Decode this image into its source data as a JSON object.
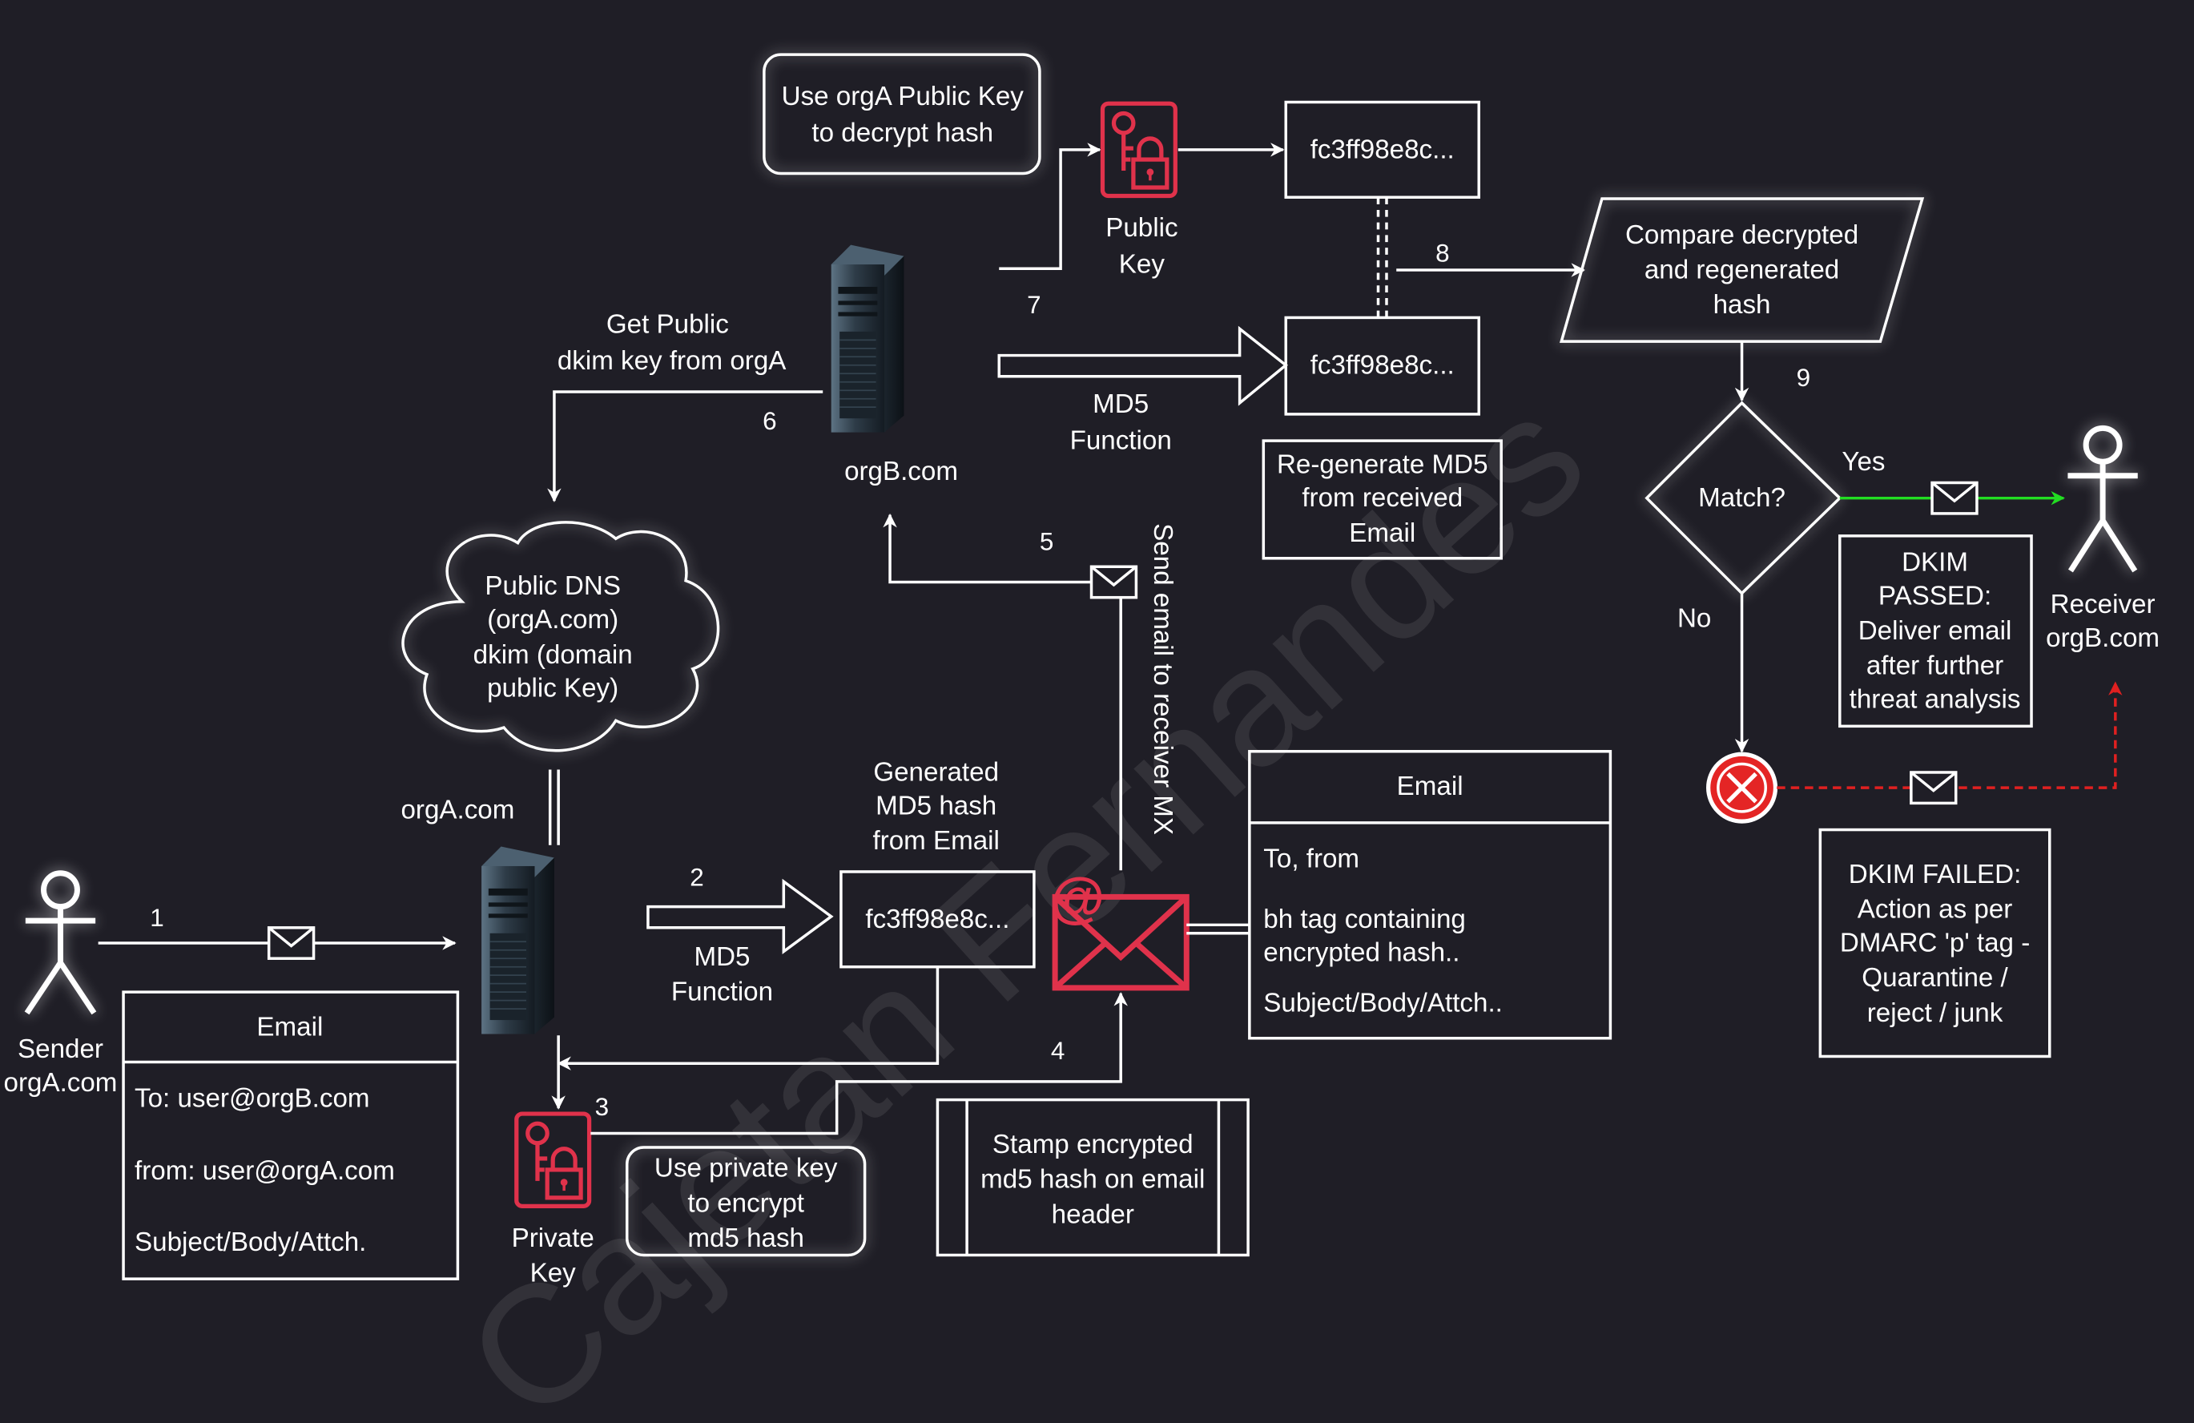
{
  "watermark": "Cajetan Fernandes",
  "sender": {
    "line1": "Sender",
    "line2": "orgA.com"
  },
  "receiver": {
    "line1": "Receiver",
    "line2": "orgB.com"
  },
  "orgA_label": "orgA.com",
  "orgB_label": "orgB.com",
  "sender_email": {
    "title": "Email",
    "to": "To: user@orgB.com",
    "from": "from: user@orgA.com",
    "body": "Subject/Body/Attch."
  },
  "dns_cloud": [
    "Public DNS",
    "(orgA.com)",
    "dkim (domain",
    "public Key)"
  ],
  "get_public_key": [
    "Get Public",
    "dkim key from orgA"
  ],
  "md5_function_1": [
    "MD5",
    "Function"
  ],
  "md5_function_2": [
    "MD5",
    "Function"
  ],
  "generated_hash_label": [
    "Generated",
    "MD5 hash",
    "from Email"
  ],
  "hash_value": "fc3ff98e8c...",
  "private_key_label": [
    "Private",
    "Key"
  ],
  "public_key_label": [
    "Public",
    "Key"
  ],
  "use_private_key": [
    "Use private key",
    "to encrypt",
    "md5 hash"
  ],
  "stamp_box": [
    "Stamp encrypted",
    "md5 hash on email",
    "header"
  ],
  "signed_email": {
    "title": "Email",
    "to_from": "To, from",
    "bh_tag": [
      "bh tag containing",
      "encrypted hash.."
    ],
    "body": "Subject/Body/Attch.."
  },
  "send_email_label": "Send email to receiver MX",
  "use_public_key": [
    "Use orgA Public Key",
    "to decrypt hash"
  ],
  "regenerate_box": [
    "Re-generate MD5",
    "from received",
    "Email"
  ],
  "compare_box": [
    "Compare decrypted",
    "and regenerated",
    "hash"
  ],
  "decision": "Match?",
  "yes_label": "Yes",
  "no_label": "No",
  "dkim_passed": [
    "DKIM",
    "PASSED:",
    "Deliver email",
    "after further",
    "threat analysis"
  ],
  "dkim_failed": [
    "DKIM FAILED:",
    "Action as per",
    "DMARC 'p' tag -",
    "Quarantine /",
    "reject / junk"
  ],
  "steps": [
    "1",
    "2",
    "3",
    "4",
    "5",
    "6",
    "7",
    "8",
    "9"
  ],
  "colors": {
    "background": "#1f1e26",
    "line": "#ffffff",
    "key_icon": "#e0324b",
    "yes_arrow": "#22dd22",
    "no_arrow": "#e02020"
  }
}
